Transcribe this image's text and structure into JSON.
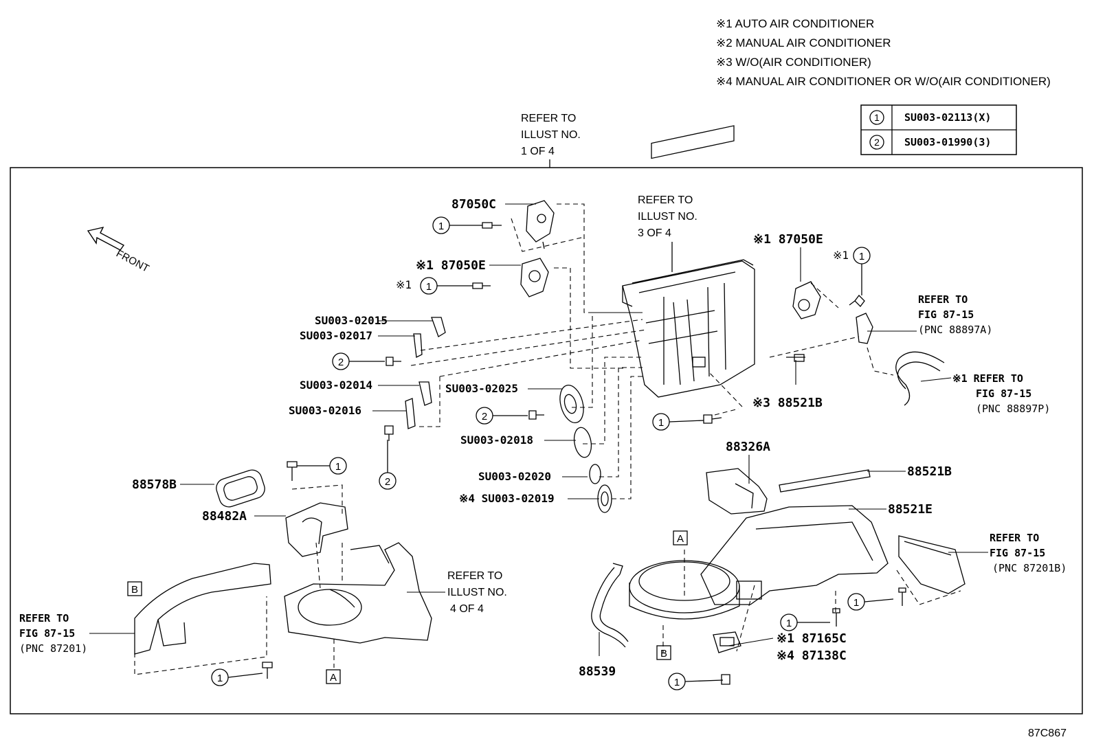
{
  "notes": [
    "※1 AUTO AIR CONDITIONER",
    "※2 MANUAL AIR CONDITIONER",
    "※3 W/O(AIR CONDITIONER)",
    "※4 MANUAL AIR CONDITIONER OR W/O(AIR CONDITIONER)"
  ],
  "legend_table": [
    {
      "num": "1",
      "part": "SU003-02113(X)"
    },
    {
      "num": "2",
      "part": "SU003-01990(3)"
    }
  ],
  "refer_top": [
    "REFER TO",
    "ILLUST NO.",
    "1 OF 4"
  ],
  "refer_mid": [
    "REFER TO",
    "ILLUST NO.",
    "3 OF 4"
  ],
  "refer_low": [
    "REFER TO",
    "ILLUST NO.",
    "4 OF 4"
  ],
  "front_label": "FRONT",
  "parts": {
    "p87050C": "87050C",
    "p87050E_left": "※1 87050E",
    "p87050E_right": "※1 87050E",
    "su02015": "SU003-02015",
    "su02017": "SU003-02017",
    "su02014": "SU003-02014",
    "su02016": "SU003-02016",
    "su02025": "SU003-02025",
    "su02018": "SU003-02018",
    "su02020": "SU003-02020",
    "su02019": "※4 SU003-02019",
    "p88521B_1": "※3 88521B",
    "p88521B_2": "88521B",
    "p88326A": "88326A",
    "p88521E": "88521E",
    "p88578B": "88578B",
    "p88482A": "88482A",
    "p88539": "88539",
    "p87165C": "※1 87165C",
    "p87138C": "※4 87138C",
    "x1_left": "※1",
    "x1_right": "※1"
  },
  "refer_fig_a": [
    "REFER TO",
    "FIG 87-15",
    "(PNC 88897A)"
  ],
  "refer_fig_b": [
    "※1 REFER TO",
    "FIG 87-15",
    "(PNC 88897P)"
  ],
  "refer_fig_c": [
    "REFER TO",
    "FIG 87-15",
    "(PNC 87201)"
  ],
  "refer_fig_d": [
    "REFER TO",
    "FIG 87-15",
    "(PNC 87201B)"
  ],
  "ref_boxes": {
    "a1": "A",
    "a2": "A",
    "b1": "B",
    "b2": "B"
  },
  "circle_nums": {
    "one": "1",
    "two": "2"
  },
  "figure_id": "87C867"
}
